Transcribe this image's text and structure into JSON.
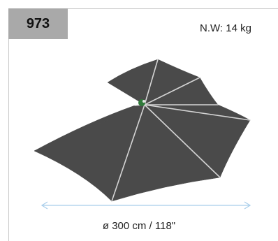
{
  "product": {
    "code": "973",
    "net_weight": "N.W: 14 kg",
    "diameter": "ø 300 cm / 118\""
  },
  "colors": {
    "badge": "#a9a9a9",
    "canopy": "#4a4a4a",
    "ribs": "#d4d4d4",
    "dimension_arrow": "#a8cdea"
  },
  "icons": [
    "umbrella-canopy-illustration",
    "double-arrow-icon"
  ]
}
